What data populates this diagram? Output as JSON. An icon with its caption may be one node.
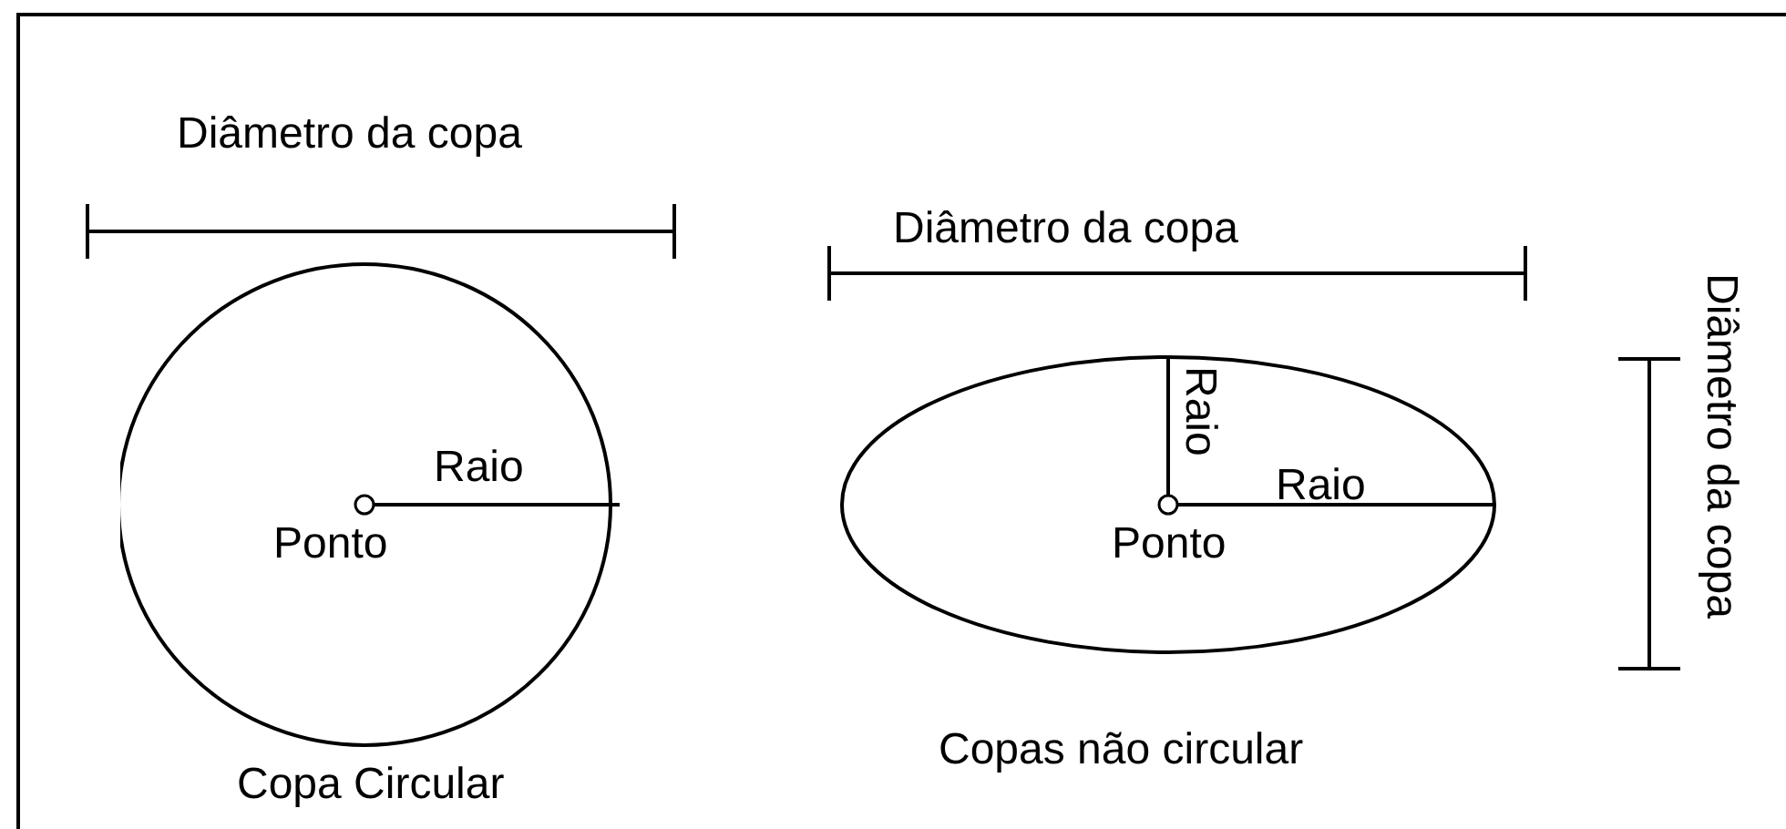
{
  "diagram": {
    "nodes": [
      {
        "text": [
          "Raio",
          "Ponto"
        ],
        "beside": [
          "Copa Circular"
        ]
      },
      {
        "text": [
          "Raio",
          "Raio",
          "Ponto"
        ],
        "beside": [
          "Copas não circular"
        ]
      }
    ],
    "labels": [
      "Diâmetro da copa",
      "Diâmetro da copa",
      "Diâmetro da copa"
    ]
  }
}
